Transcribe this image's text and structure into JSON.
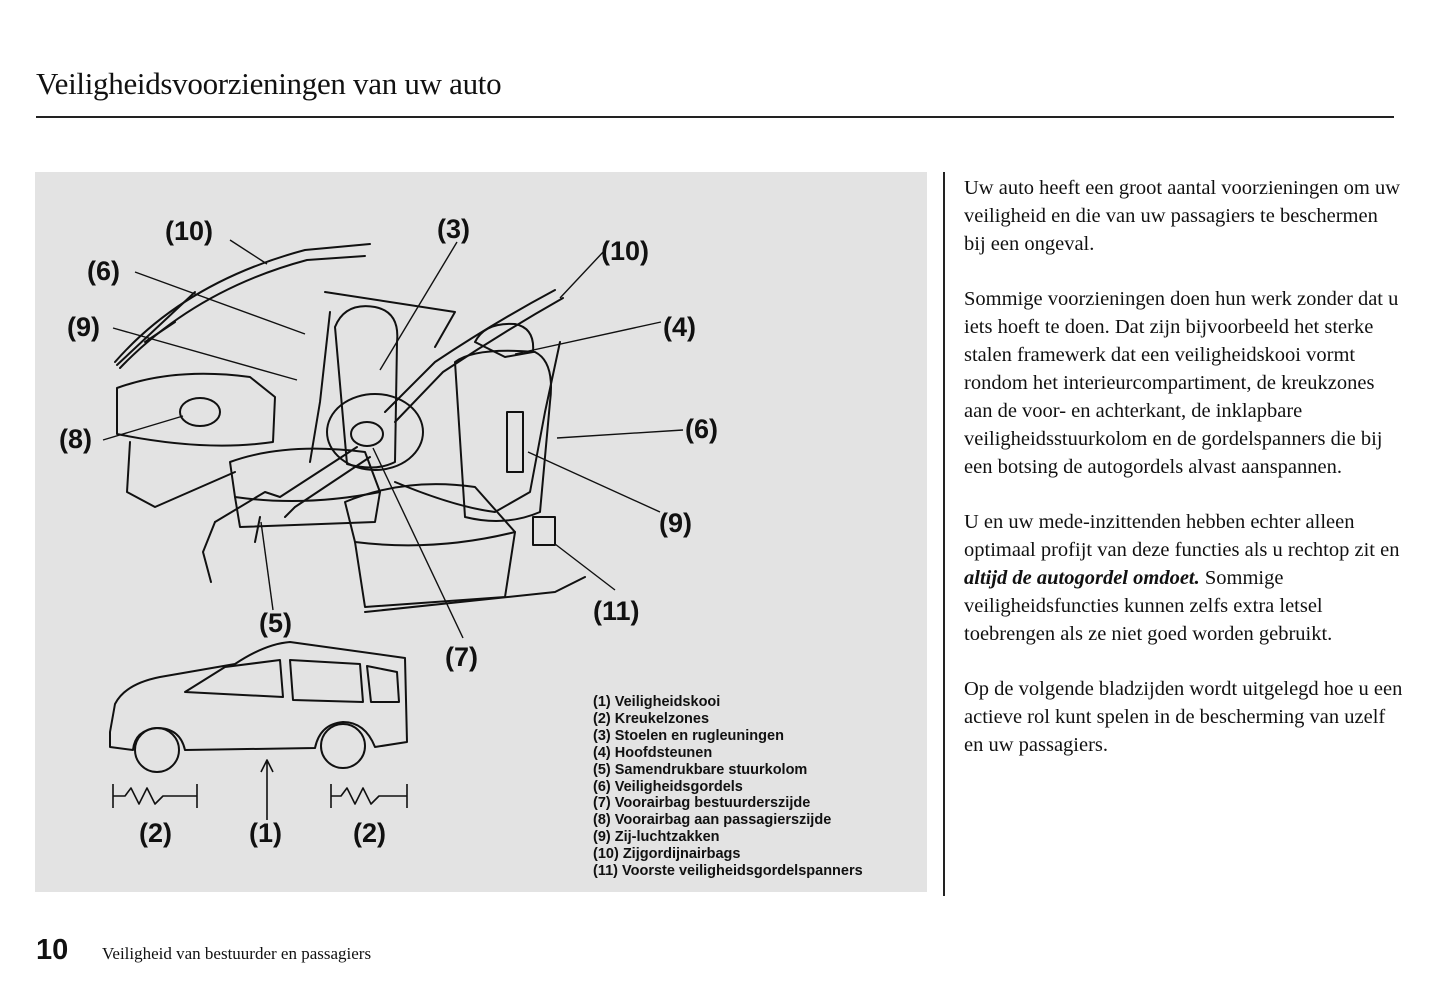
{
  "header": {
    "title": "Veiligheidsvoorzieningen van uw auto"
  },
  "figure": {
    "callouts": {
      "c10a": "(10)",
      "c6a": "(6)",
      "c9a": "(9)",
      "c8": "(8)",
      "c3": "(3)",
      "c10b": "(10)",
      "c4": "(4)",
      "c6b": "(6)",
      "c9b": "(9)",
      "c11": "(11)",
      "c5": "(5)",
      "c7": "(7)",
      "c2a": "(2)",
      "c1": "(1)",
      "c2b": "(2)"
    },
    "legend": [
      "(1) Veiligheidskooi",
      "(2) Kreukelzones",
      "(3) Stoelen en rugleuningen",
      "(4) Hoofdsteunen",
      "(5) Samendrukbare stuurkolom",
      "(6) Veiligheidsgordels",
      "(7) Voorairbag bestuurderszijde",
      "(8) Voorairbag aan passagierszijde",
      "(9) Zij-luchtzakken",
      "(10) Zijgordijnairbags",
      "(11) Voorste veiligheidsgordelspanners"
    ]
  },
  "body": {
    "p1": "Uw auto heeft een groot aantal voorzieningen om uw veiligheid en die van uw passagiers te beschermen bij een ongeval.",
    "p2": "Sommige voorzieningen doen hun werk zonder dat u iets hoeft te doen. Dat zijn bijvoorbeeld het sterke stalen framewerk dat een veiligheidskooi vormt rondom het interieurcompartiment, de kreukzones aan de voor- en achterkant, de inklapbare veiligheidsstuurkolom en de gordelspanners die bij een botsing de autogordels alvast aanspannen.",
    "p3_start": "U en uw mede-inzittenden hebben echter alleen optimaal profijt van deze functies als u rechtop zit en ",
    "p3_emph": "altijd de autogordel omdoet.",
    "p3_end": " Sommige veiligheidsfuncties kunnen zelfs extra letsel toebrengen als ze niet goed worden gebruikt.",
    "p4": "Op de volgende bladzijden wordt uitgelegd hoe u een actieve rol kunt spelen in de bescherming van uzelf en uw passagiers."
  },
  "footer": {
    "page_number": "10",
    "section": "Veiligheid van bestuurder en passagiers"
  }
}
